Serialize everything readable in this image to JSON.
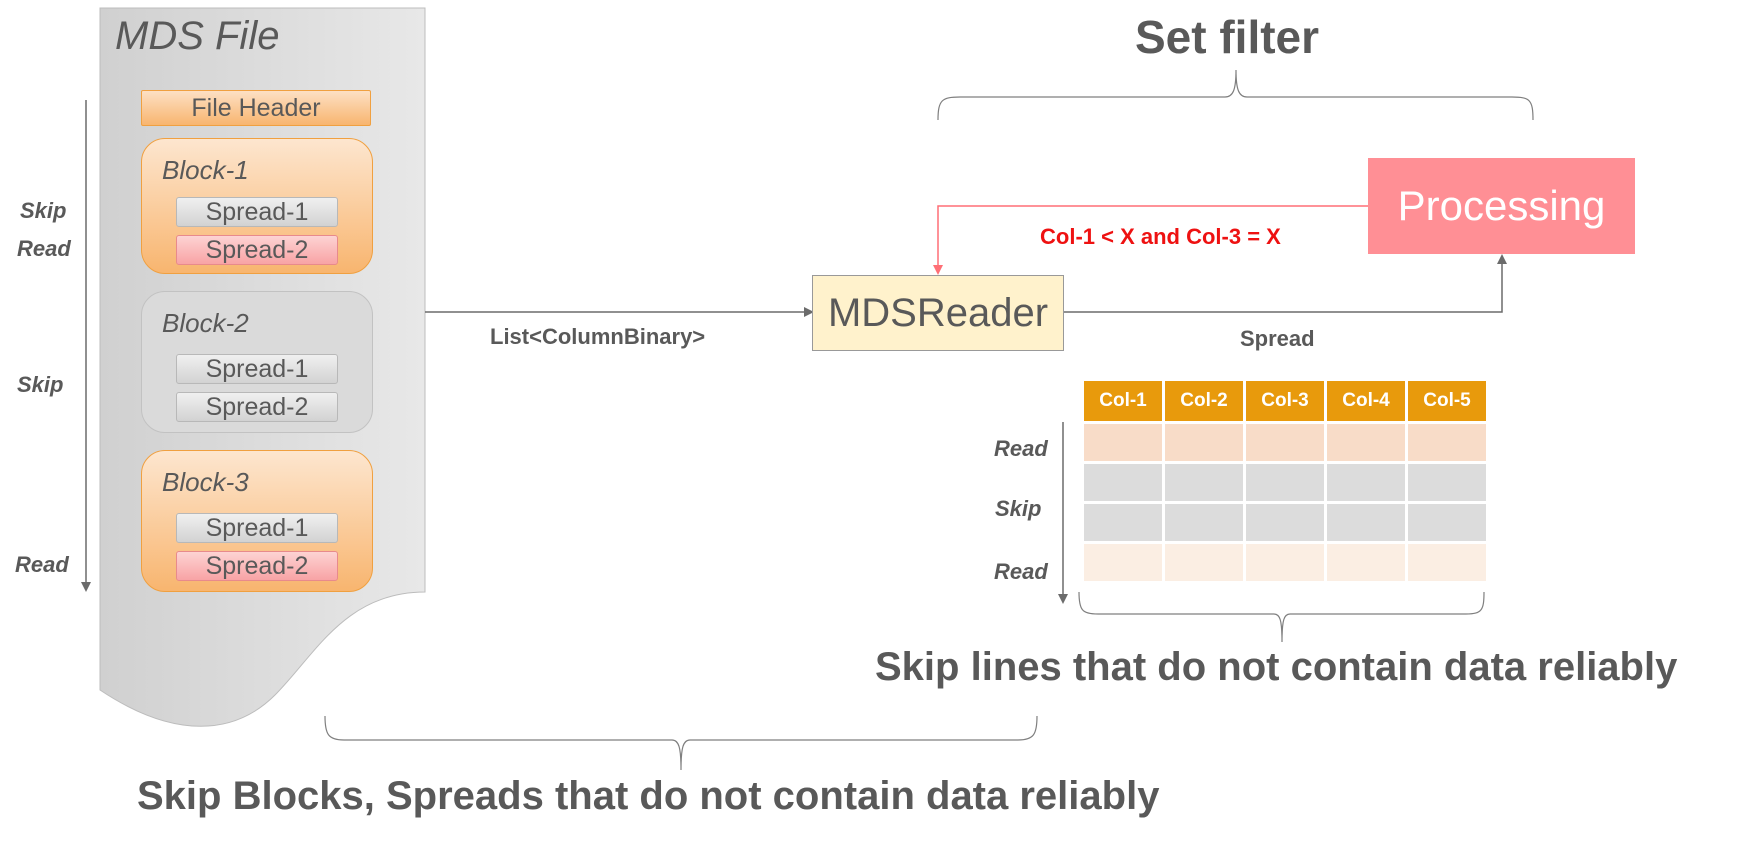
{
  "file": {
    "title": "MDS File",
    "header_label": "File Header",
    "blocks": [
      {
        "title": "Block-1",
        "spreads": [
          "Spread-1",
          "Spread-2"
        ]
      },
      {
        "title": "Block-2",
        "spreads": [
          "Spread-1",
          "Spread-2"
        ]
      },
      {
        "title": "Block-3",
        "spreads": [
          "Spread-1",
          "Spread-2"
        ]
      }
    ],
    "side_labels": [
      "Skip",
      "Read",
      "Skip",
      "Read"
    ]
  },
  "flow": {
    "list_label": "List<ColumnBinary>",
    "reader_label": "MDSReader",
    "processing_label": "Processing",
    "filter_expression": "Col-1 < X and Col-3 = X",
    "spread_label": "Spread"
  },
  "titles": {
    "set_filter": "Set filter",
    "skip_lines": "Skip lines that do not contain data reliably",
    "skip_blocks": "Skip Blocks, Spreads that do not contain data reliably"
  },
  "spread_table": {
    "columns": [
      "Col-1",
      "Col-2",
      "Col-3",
      "Col-4",
      "Col-5"
    ],
    "row_labels": [
      "Read",
      "Skip",
      "Read"
    ]
  },
  "colors": {
    "filter_text": "#ee1111",
    "processing": "#ff8f95",
    "reader": "#fff2cc",
    "column_header": "#e89a0c"
  }
}
